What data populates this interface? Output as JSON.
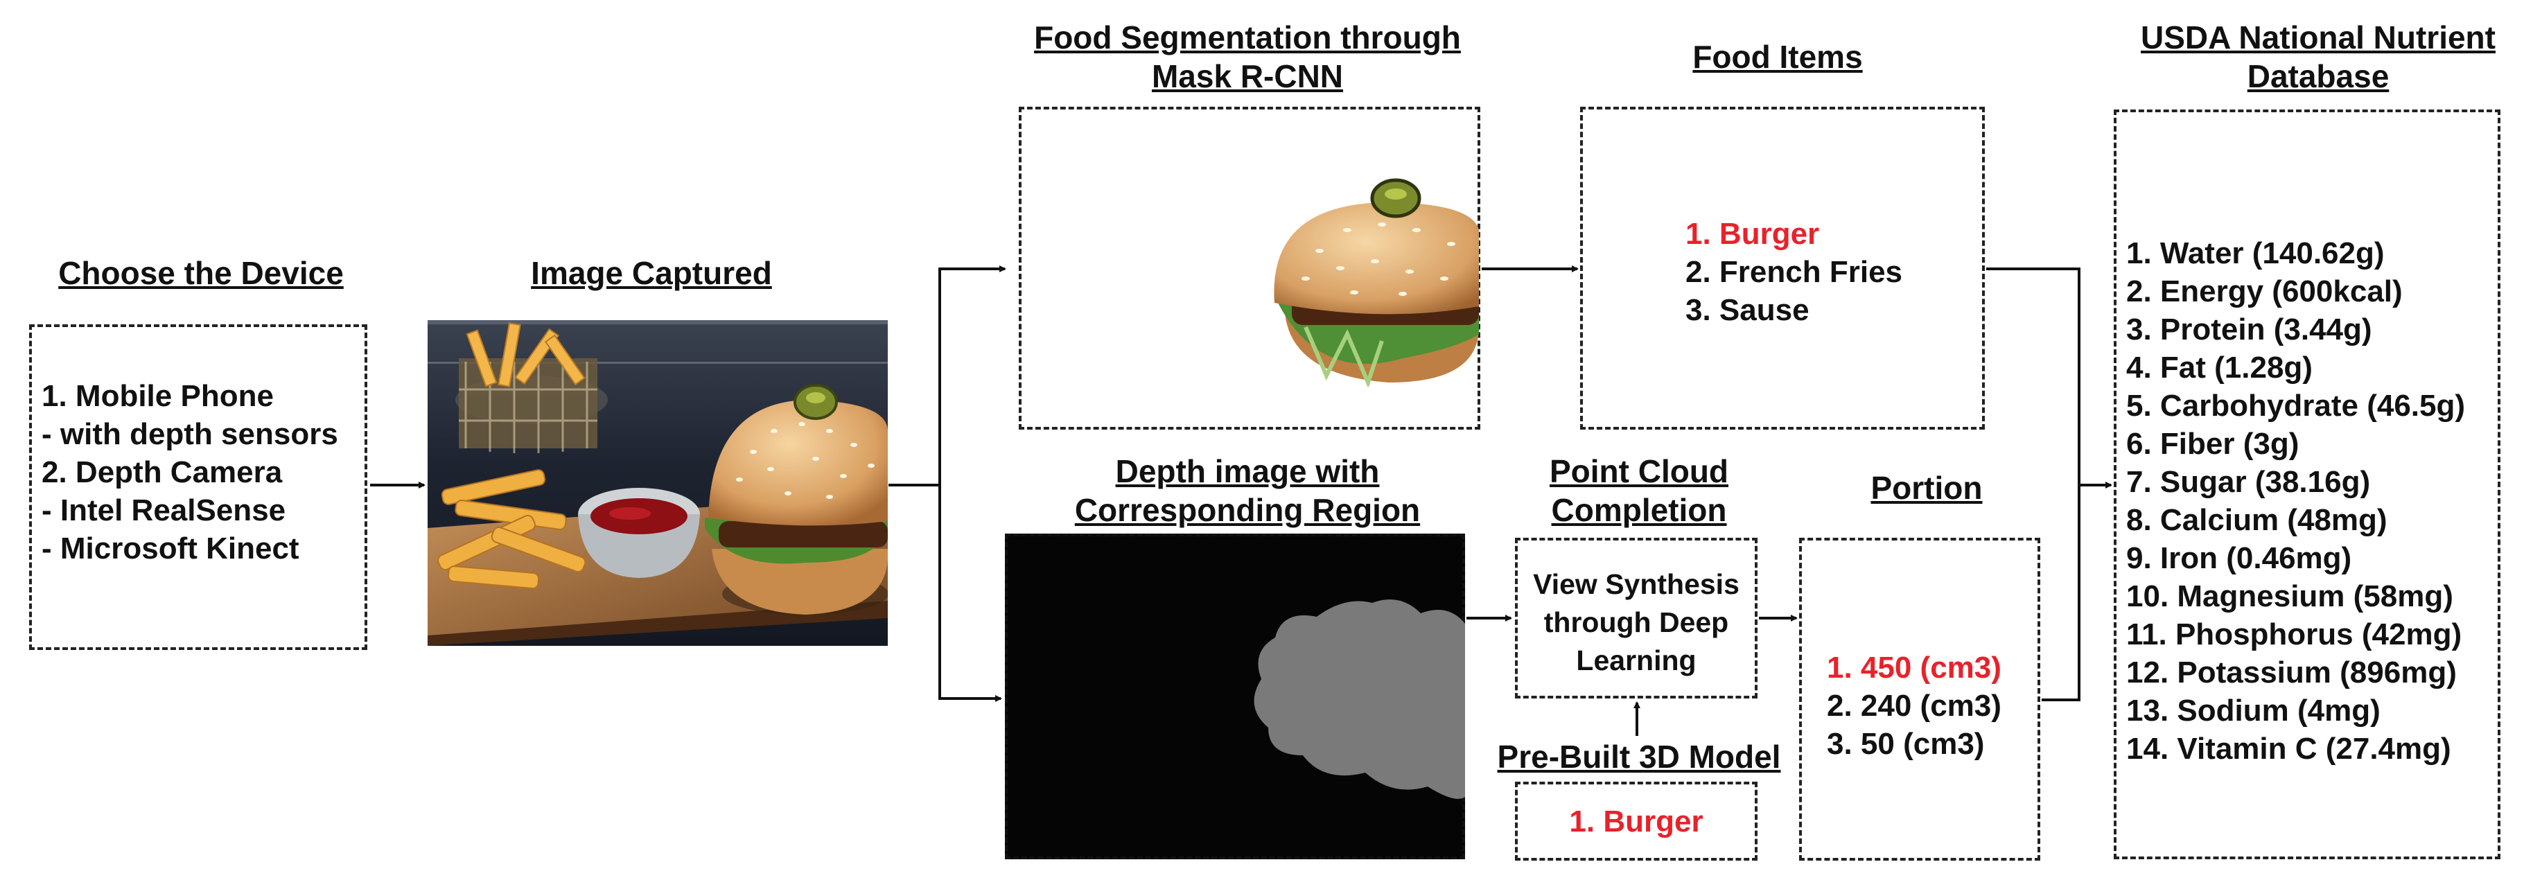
{
  "colors": {
    "highlight": "#e8222b",
    "text": "#111111",
    "border": "#222222",
    "depth_bg": "#050505",
    "depth_region": "#7a7a7a"
  },
  "titles": {
    "choose_device": "Choose the Device",
    "image_captured": "Image Captured",
    "segmentation_line1": "Food Segmentation through",
    "segmentation_line2": "Mask R-CNN",
    "food_items": "Food Items",
    "usda_line1": "USDA National Nutrient",
    "usda_line2": "Database",
    "depth_line1": "Depth image with",
    "depth_line2": "Corresponding Region",
    "point_cloud_line1": "Point Cloud",
    "point_cloud_line2": "Completion",
    "portion": "Portion",
    "prebuilt": "Pre-Built 3D Model"
  },
  "devices": [
    "1. Mobile Phone",
    "- with depth sensors",
    "2. Depth Camera",
    "- Intel RealSense",
    "- Microsoft Kinect"
  ],
  "food_items": [
    "1. Burger",
    "2. French Fries",
    "3. Sause"
  ],
  "view_synthesis": [
    "View Synthesis",
    "through Deep",
    "Learning"
  ],
  "prebuilt_item": "1. Burger",
  "portions": [
    "1. 450 (cm3)",
    "2. 240 (cm3)",
    "3. 50 (cm3)"
  ],
  "nutrients": [
    "1. Water (140.62g)",
    "2. Energy (600kcal)",
    "3. Protein (3.44g)",
    "4. Fat (1.28g)",
    "5. Carbohydrate (46.5g)",
    "6. Fiber (3g)",
    "7. Sugar (38.16g)",
    "8. Calcium (48mg)",
    "9. Iron (0.46mg)",
    "10. Magnesium (58mg)",
    "11. Phosphorus (42mg)",
    "12. Potassium (896mg)",
    "13. Sodium (4mg)",
    "14. Vitamin C (27.4mg)"
  ]
}
